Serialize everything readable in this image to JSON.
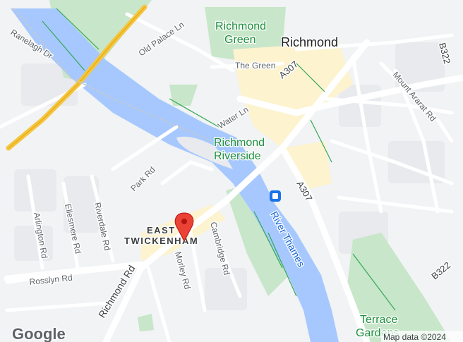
{
  "map": {
    "places": {
      "richmond": "Richmond",
      "richmond_green_1": "Richmond",
      "richmond_green_2": "Green",
      "richmond_riverside_1": "Richmond",
      "richmond_riverside_2": "Riverside",
      "east_twickenham_1": "EAST",
      "east_twickenham_2": "TWICKENHAM",
      "terrace_gardens_1": "Terrace",
      "terrace_gardens_2": "Gardens"
    },
    "streets": {
      "ranelagh_dr": "Ranelagh Dr",
      "old_palace_ln": "Old Palace Ln",
      "the_green": "The Green",
      "water_ln": "Water Ln",
      "mount_ararat_rd": "Mount Ararat Rd",
      "park_rd": "Park Rd",
      "arlington_rd": "Arlington Rd",
      "ellesmere_rd": "Ellesmere Rd",
      "riverdale_rd": "Riverdale Rd",
      "cambridge_rd": "Cambridge Rd",
      "morley_rd": "Morley Rd",
      "rosslyn_rd": "Rosslyn Rd",
      "richmond_rd": "Richmond Rd"
    },
    "roads": {
      "a307_north": "A307",
      "a307_south": "A307",
      "b322_north": "B322",
      "b322_south": "B322"
    },
    "water": {
      "river_thames": "River Thames"
    },
    "logo": "Google",
    "attribution": "Map data ©2024",
    "colors": {
      "water": "#a6c8ff",
      "park": "#c8e6c9",
      "road": "#ffffff",
      "land": "#f1f3f4",
      "commercial": "#fdf3cf",
      "major_road": "#fbc02d",
      "pin": "#ea4335",
      "park_text": "#1e8e3e",
      "water_text": "#1967d2"
    }
  }
}
